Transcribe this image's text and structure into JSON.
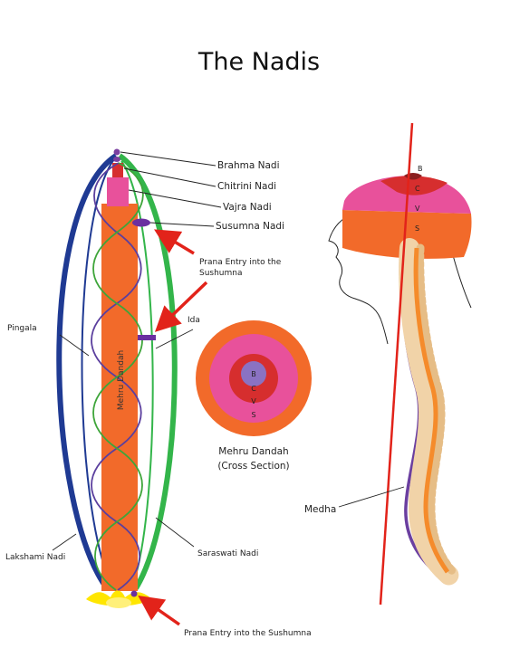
{
  "title": "The Nadis",
  "labels": {
    "brahma_nadi": "Brahma Nadi",
    "chitrini_nadi": "Chitrini Nadi",
    "vajra_nadi": "Vajra Nadi",
    "susumna_nadi": "Susumna Nadi",
    "prana_entry_top_line1": "Prana Entry into the",
    "prana_entry_top_line2": "Sushumna",
    "ida": "Ida",
    "pingala": "Pingala",
    "mehru_dandah_vertical": "Mehru Dandah",
    "lakshami_nadi": "Lakshami Nadi",
    "saraswati_nadi": "Saraswati Nadi",
    "prana_entry_bottom": "Prana Entry into the Sushumna",
    "cross_section_line1": "Mehru Dandah",
    "cross_section_line2": "(Cross Section)",
    "medha": "Medha"
  },
  "cross_section_letters": [
    "B",
    "C",
    "V",
    "S"
  ],
  "head_letters": [
    "B",
    "C",
    "V",
    "S"
  ],
  "colors": {
    "pingala": "#1f3a93",
    "ida": "#3ea53a",
    "saraswati": "#33b54a",
    "helix": "#5b3f9e",
    "mehru_dandah": "#f26a2a",
    "vajra": "#e8519b",
    "chitrini": "#d62e2e",
    "brahma": "#7b3fa0",
    "lotus": "#ffe600",
    "arrow": "#e2231a",
    "axis_line": "#e2231a",
    "spine_bone": "#f1d3a8",
    "spinal_cord": "#f58b2b",
    "medha": "#6b3fa0"
  }
}
